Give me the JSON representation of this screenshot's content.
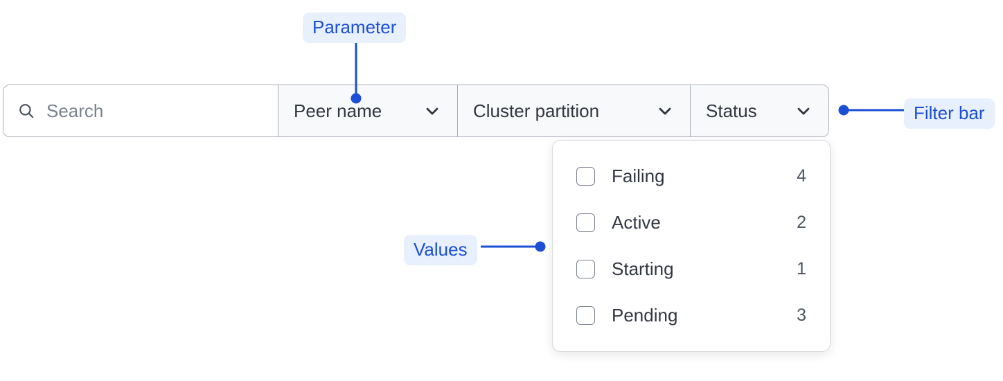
{
  "filter_bar": {
    "search": {
      "icon": "search-icon",
      "placeholder": "Search",
      "value": ""
    },
    "dropdowns": [
      {
        "label": "Peer name",
        "icon": "chevron-down-icon"
      },
      {
        "label": "Cluster partition",
        "icon": "chevron-down-icon"
      },
      {
        "label": "Status",
        "icon": "chevron-down-icon"
      }
    ]
  },
  "values_panel": {
    "open_for": "Status",
    "items": [
      {
        "label": "Failing",
        "count": "4",
        "checked": false
      },
      {
        "label": "Active",
        "count": "2",
        "checked": false
      },
      {
        "label": "Starting",
        "count": "1",
        "checked": false
      },
      {
        "label": "Pending",
        "count": "3",
        "checked": false
      }
    ]
  },
  "annotations": [
    {
      "id": "parameter",
      "label": "Parameter"
    },
    {
      "id": "filter-bar",
      "label": "Filter bar"
    },
    {
      "id": "values",
      "label": "Values"
    }
  ],
  "colors": {
    "annotation_text": "#1a4fd6",
    "annotation_bg": "#e8f0fd",
    "border": "#a9adb8",
    "segment_bg": "#f8f9fa",
    "text": "#313640"
  }
}
